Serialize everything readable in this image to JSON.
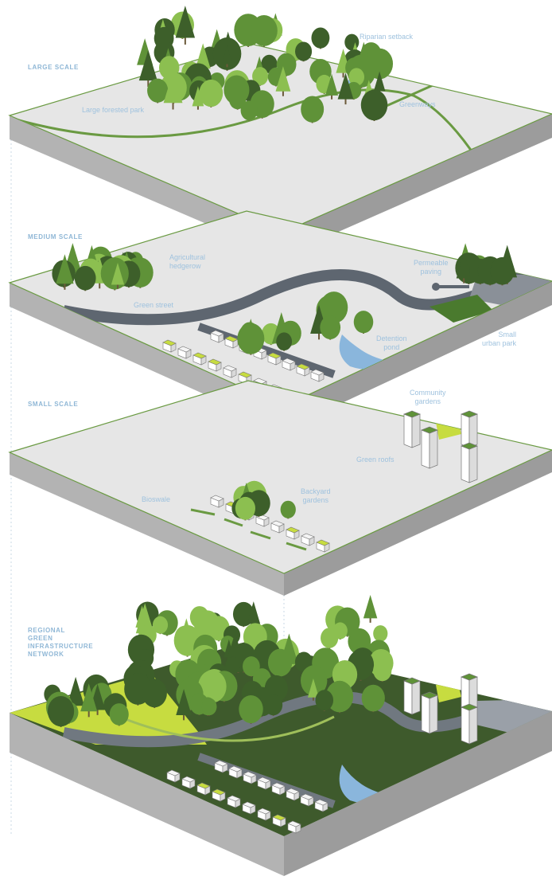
{
  "colors": {
    "plate_top": "#e6e6e6",
    "plate_left": "#b3b3b3",
    "plate_right": "#9c9c9c",
    "green_line": "#6a9a42",
    "tree_light": "#8cbf50",
    "tree_mid": "#5f9238",
    "tree_dark": "#3d5f2a",
    "road": "#5e6670",
    "water": "#8ab6dc",
    "label": "#8fb7d6",
    "lime": "#c7dc40",
    "grass_dark": "#3e5a2c"
  },
  "layers": {
    "large": {
      "title": "LARGE SCALE",
      "labels": {
        "riparian": "Riparian setback",
        "forested_park": "Large forested park",
        "greenways": "Greenways"
      }
    },
    "medium": {
      "title": "MEDIUM SCALE",
      "labels": {
        "hedgerow": "Agricultural\nhedgerow",
        "permeable": "Permeable\npaving",
        "green_street": "Green street",
        "detention": "Detention\npond",
        "urban_park": "Small\nurban park"
      }
    },
    "small": {
      "title": "SMALL SCALE",
      "labels": {
        "community": "Community\ngardens",
        "green_roofs": "Green roofs",
        "bioswale": "Bioswale",
        "backyard": "Backyard\ngardens"
      }
    },
    "regional": {
      "title": "REGIONAL\nGREEN\nINFRASTRUCTURE\nNETWORK"
    }
  }
}
